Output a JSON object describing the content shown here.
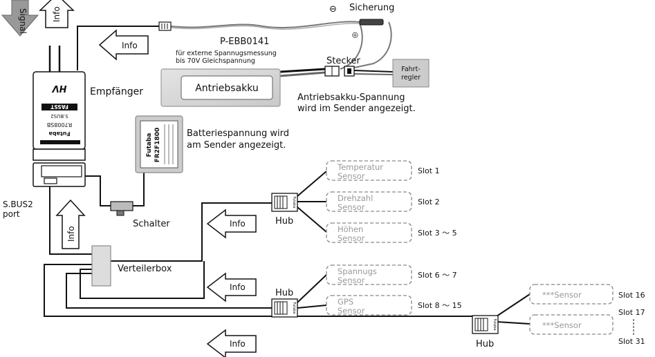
{
  "arrows": {
    "signal": "Signal",
    "info_top": "Info",
    "info_receiver": "Info",
    "info_sbus2": "Info",
    "info_hub1": "Info",
    "info_hub2": "Info",
    "info_hub3": "Info"
  },
  "cable": {
    "name": "P-EBB0141",
    "minus": "⊖",
    "plus": "⊕",
    "fuse": "Sicherung",
    "connector": "Stecker",
    "note_line1": "für externe Spannugsmessung",
    "note_line2": "bis 70V Gleichspannung"
  },
  "battery": {
    "label": "Antriebsakku",
    "caption_line1": "Antriebsakku-Spannung",
    "caption_line2": "wird im Sender angezeigt."
  },
  "esc": {
    "line1": "Fahrt-",
    "line2": "regler"
  },
  "receiver": {
    "label": "Empfänger",
    "brand": "Futaba",
    "model": "R7008SB",
    "system": "FASST",
    "bus": "S.BUS2",
    "hv": "HV",
    "port_line1": "S.BUS2",
    "port_line2": "port"
  },
  "rx_battery": {
    "brand": "Futaba",
    "model": "FR2F1800",
    "caption_line1": "Batteriespannung wird",
    "caption_line2": "am Sender angezeigt."
  },
  "switch_label": "Schalter",
  "distributor_label": "Verteilerbox",
  "hubs": {
    "hub1": "Hub",
    "hub2": "Hub",
    "hub3": "Hub",
    "hub_mark": "Futaba"
  },
  "sensors": {
    "temp_l1": "Temperatur",
    "temp_l2": "Sensor",
    "temp_slot": "Slot 1",
    "rpm_l1": "Drehzahl",
    "rpm_l2": "Sensor",
    "rpm_slot": "Slot 2",
    "alt_l1": "Höhen",
    "alt_l2": "Sensor",
    "alt_slot": "Slot 3 〜 5",
    "volt_l1": "Spannugs",
    "volt_l2": "Sensor",
    "volt_slot": "Slot 6 〜 7",
    "gps_l1": "GPS",
    "gps_l2": "Sensor",
    "gps_slot": "Slot 8 〜 15",
    "any1": "***Sensor",
    "any1_slot": "Slot 16",
    "any2": "***Sensor",
    "any2_slot_a": "Slot 17",
    "any2_slot_b": "Slot 31"
  }
}
